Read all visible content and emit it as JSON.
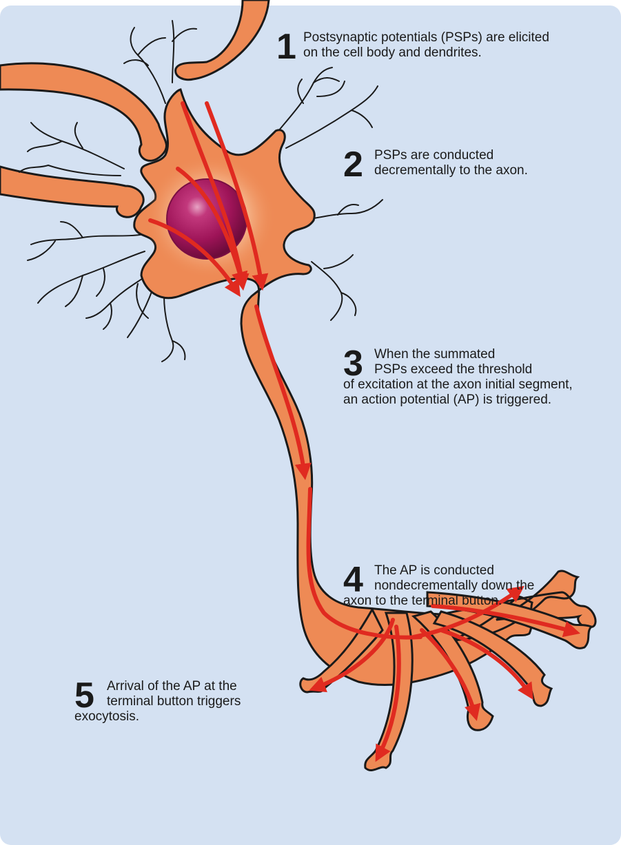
{
  "colors": {
    "background": "#d4e1f2",
    "neuron_fill": "#ee8a55",
    "neuron_outline": "#1a1a1a",
    "signal_arrow": "#e02a20",
    "nucleus": "#9e1458"
  },
  "steps": [
    {
      "number": "1",
      "lines": [
        "Postsynaptic potentials (PSPs) are elicited",
        "on the cell body and dendrites."
      ]
    },
    {
      "number": "2",
      "lines": [
        "PSPs are conducted",
        "decrementally to the axon."
      ]
    },
    {
      "number": "3",
      "lines": [
        "When the summated",
        "PSPs exceed the threshold",
        "of excitation at the axon initial segment,",
        "an action potential (AP) is triggered."
      ]
    },
    {
      "number": "4",
      "lines": [
        "The AP is conducted",
        "nondecrementally down the",
        "axon to the terminal button."
      ]
    },
    {
      "number": "5",
      "lines": [
        "Arrival of the AP at the",
        "terminal button triggers",
        "exocytosis."
      ]
    }
  ]
}
